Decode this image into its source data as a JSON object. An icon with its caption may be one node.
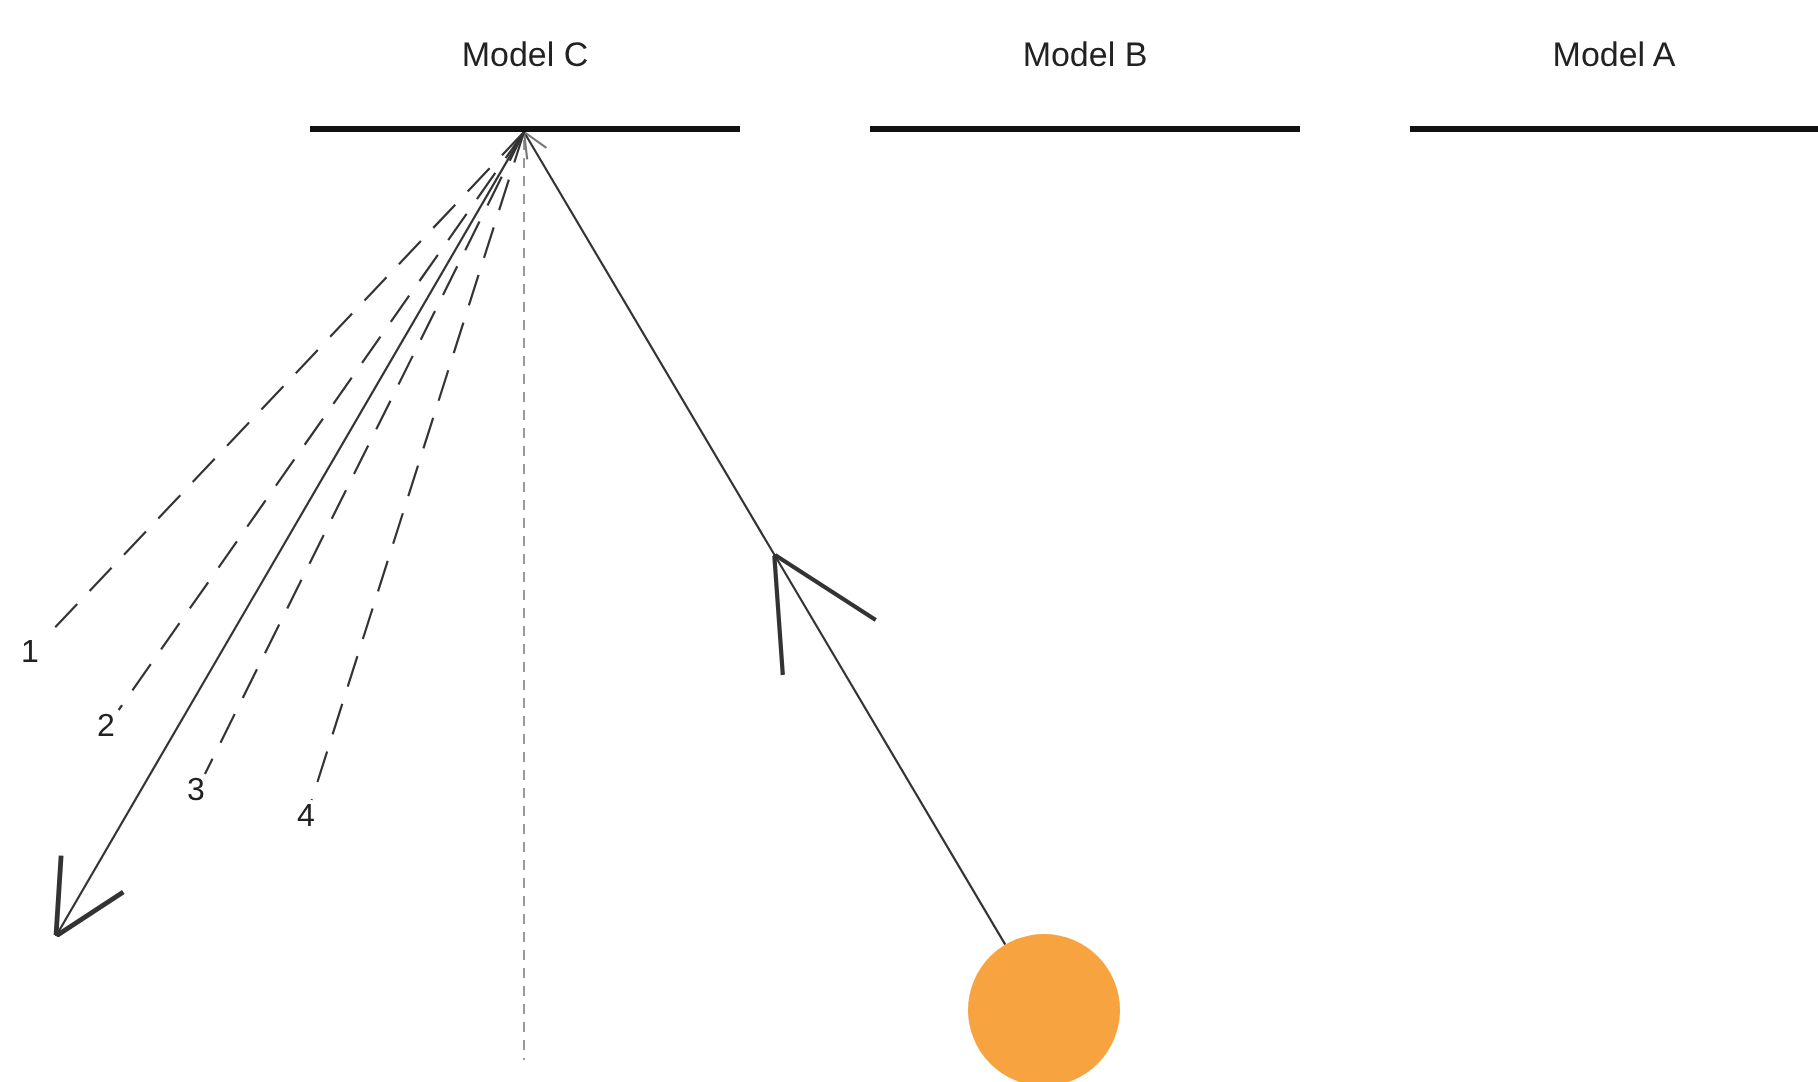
{
  "diagram": {
    "nodes": [
      {
        "text": [
          "Model C"
        ]
      },
      {
        "text": [
          "Model B"
        ]
      },
      {
        "text": [
          "Model A"
        ]
      },
      {
        "text": [],
        "shape": "circle"
      },
      {
        "text": [
          "1"
        ]
      },
      {
        "text": [
          "2"
        ]
      },
      {
        "text": [
          "3"
        ]
      },
      {
        "text": [
          "4"
        ]
      }
    ],
    "edges": [
      {
        "from": 3,
        "to": 0,
        "arrow": "to"
      },
      {
        "from": 0,
        "to": null,
        "arrow": "to"
      },
      {
        "from": 0,
        "to": 4,
        "arrow": "none",
        "style": "dashed"
      },
      {
        "from": 0,
        "to": 5,
        "arrow": "none",
        "style": "dashed"
      },
      {
        "from": 0,
        "to": 6,
        "arrow": "none",
        "style": "dashed"
      },
      {
        "from": 0,
        "to": 7,
        "arrow": "none",
        "style": "dashed"
      }
    ]
  }
}
